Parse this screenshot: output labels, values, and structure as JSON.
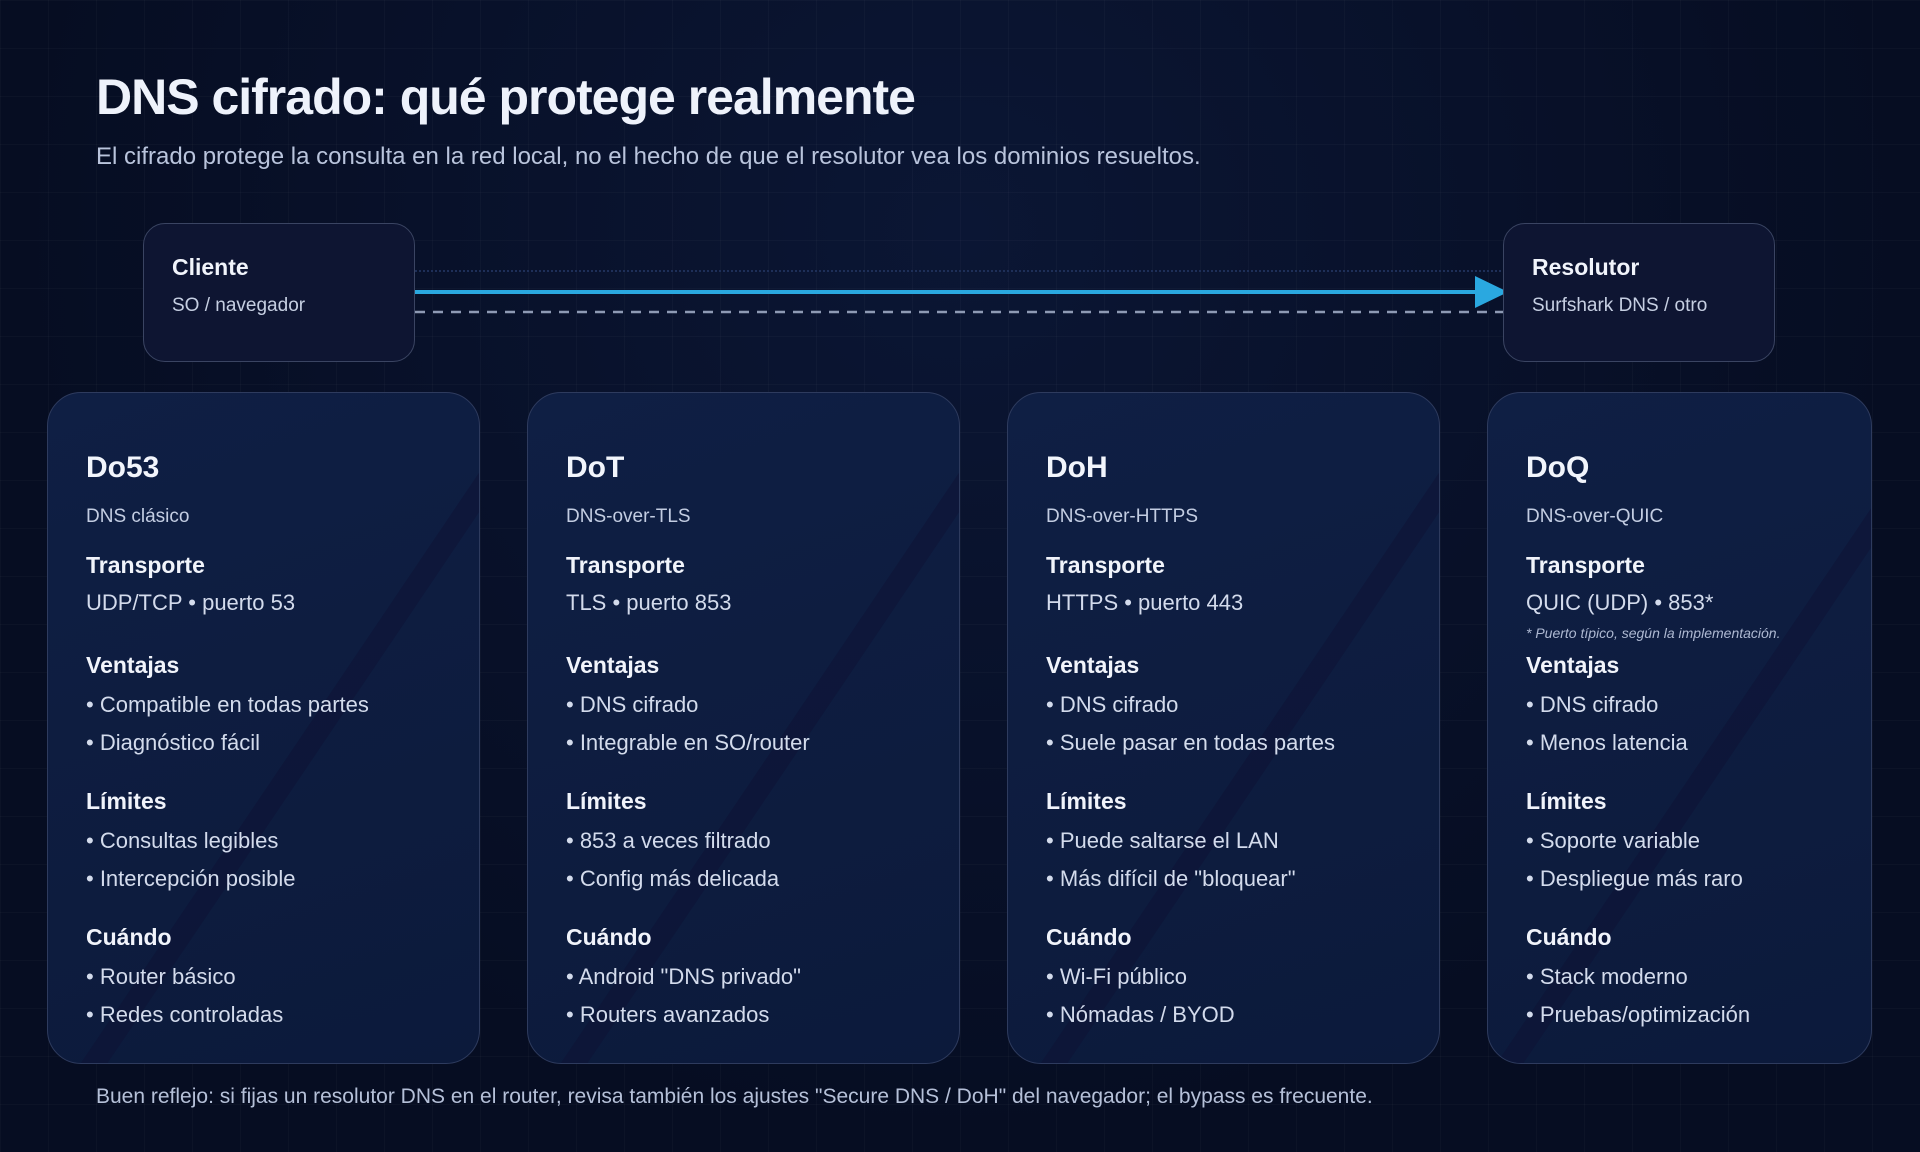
{
  "title": "DNS cifrado: qué protege realmente",
  "subtitle": "El cifrado protege la consulta en la red local, no el hecho de que el resolutor vea los dominios resueltos.",
  "client": {
    "name": "Cliente",
    "sub": "SO / navegador"
  },
  "resolver": {
    "name": "Resolutor",
    "sub": "Surfshark DNS / otro"
  },
  "colors": {
    "arrow": "#2aa8e0",
    "dashed": "#8e9ab4"
  },
  "cards": [
    {
      "name": "Do53",
      "sub": "DNS clásico",
      "transport_label": "Transporte",
      "transport": "UDP/TCP • puerto 53",
      "note": "",
      "advantages_label": "Ventajas",
      "advantages": [
        "• Compatible en todas partes",
        "• Diagnóstico fácil"
      ],
      "limits_label": "Límites",
      "limits": [
        "• Consultas legibles",
        "• Intercepción posible"
      ],
      "when_label": "Cuándo",
      "when": [
        "• Router básico",
        "• Redes controladas"
      ]
    },
    {
      "name": "DoT",
      "sub": "DNS-over-TLS",
      "transport_label": "Transporte",
      "transport": "TLS • puerto 853",
      "note": "",
      "advantages_label": "Ventajas",
      "advantages": [
        "• DNS cifrado",
        "• Integrable en SO/router"
      ],
      "limits_label": "Límites",
      "limits": [
        "• 853 a veces filtrado",
        "• Config más delicada"
      ],
      "when_label": "Cuándo",
      "when": [
        "• Android \"DNS privado\"",
        "• Routers avanzados"
      ]
    },
    {
      "name": "DoH",
      "sub": "DNS-over-HTTPS",
      "transport_label": "Transporte",
      "transport": "HTTPS • puerto 443",
      "note": "",
      "advantages_label": "Ventajas",
      "advantages": [
        "• DNS cifrado",
        "• Suele pasar en todas partes"
      ],
      "limits_label": "Límites",
      "limits": [
        "• Puede saltarse el LAN",
        "• Más difícil de \"bloquear\""
      ],
      "when_label": "Cuándo",
      "when": [
        "• Wi-Fi público",
        "• Nómadas / BYOD"
      ]
    },
    {
      "name": "DoQ",
      "sub": "DNS-over-QUIC",
      "transport_label": "Transporte",
      "transport": "QUIC (UDP) • 853*",
      "note": "* Puerto típico, según la implementación.",
      "advantages_label": "Ventajas",
      "advantages": [
        "• DNS cifrado",
        "• Menos latencia"
      ],
      "limits_label": "Límites",
      "limits": [
        "• Soporte variable",
        "• Despliegue más raro"
      ],
      "when_label": "Cuándo",
      "when": [
        "• Stack moderno",
        "• Pruebas/optimización"
      ]
    }
  ],
  "footer": "Buen reflejo: si fijas un resolutor DNS en el router, revisa también los ajustes \"Secure DNS / DoH\" del navegador; el bypass es frecuente."
}
